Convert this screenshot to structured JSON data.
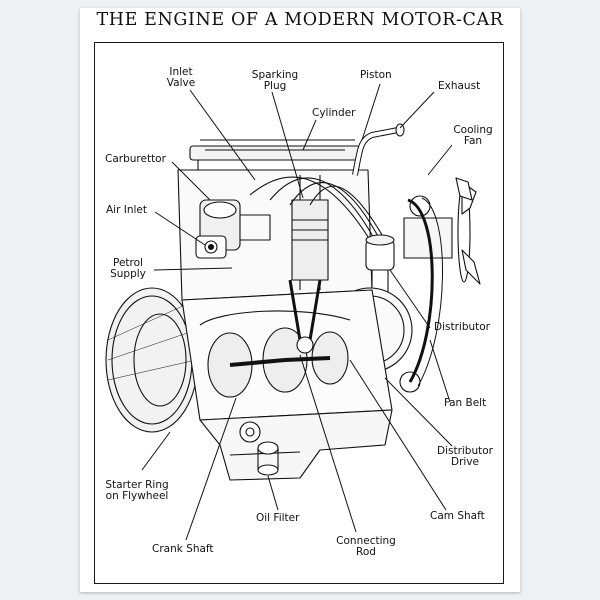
{
  "title": "THE ENGINE OF A MODERN MOTOR-CAR",
  "labels": {
    "inlet_valve": [
      "Inlet",
      "Valve"
    ],
    "sparking_plug": [
      "Sparking",
      "Plug"
    ],
    "piston": "Piston",
    "exhaust": "Exhaust",
    "cylinder": "Cylinder",
    "cooling_fan": [
      "Cooling",
      "Fan"
    ],
    "carburettor": "Carburettor",
    "air_inlet": "Air Inlet",
    "petrol_supply": [
      "Petrol",
      "Supply"
    ],
    "distributor": "Distributor",
    "fan_belt": "Fan Belt",
    "distributor_drive": [
      "Distributor",
      "Drive"
    ],
    "starter_ring": [
      "Starter Ring",
      "on Flywheel"
    ],
    "cam_shaft": "Cam Shaft",
    "oil_filter": "Oil Filter",
    "connecting_rod": [
      "Connecting",
      "Rod"
    ],
    "crank_shaft": "Crank Shaft"
  },
  "colors": {
    "ink": "#111111",
    "paper": "#ffffff",
    "wall": "#eef0f1"
  }
}
